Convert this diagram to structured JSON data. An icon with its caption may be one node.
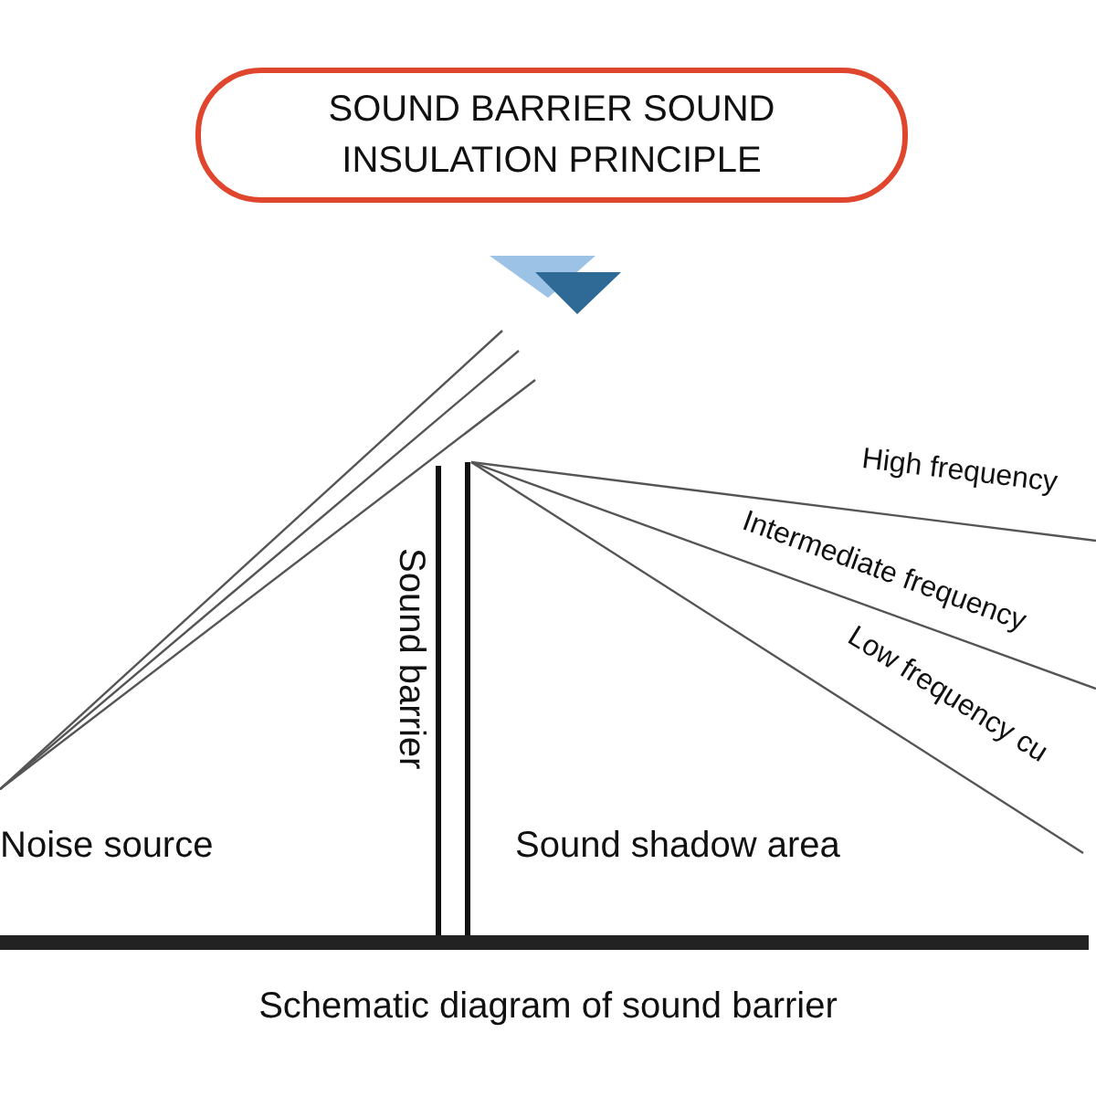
{
  "diagram": {
    "title": "SOUND BARRIER SOUND INSULATION PRINCIPLE",
    "caption": "Schematic diagram of sound barrier",
    "labels": [
      "High frequency",
      "Intermediate frequency",
      "Sound barrier",
      "Low frequency cu",
      "Noise source",
      "Sound shadow area"
    ]
  }
}
